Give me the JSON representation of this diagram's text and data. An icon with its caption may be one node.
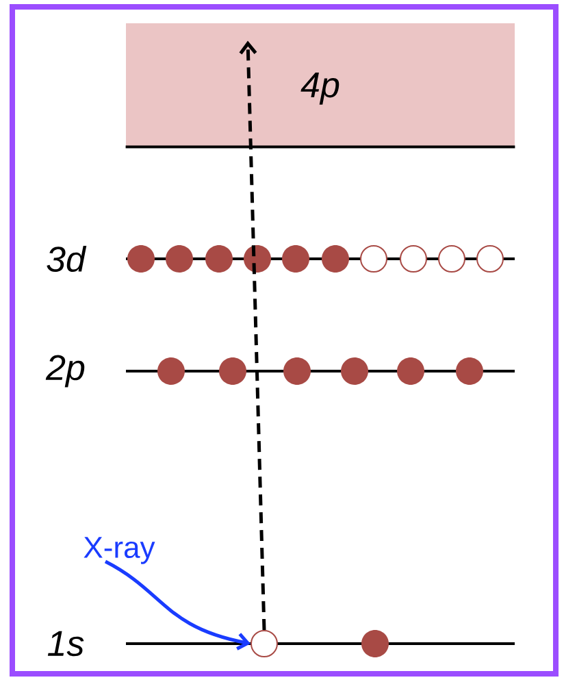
{
  "diagram": {
    "nodes": [
      {
        "text": [
          "4p"
        ]
      },
      {
        "text": [
          "X-ray"
        ]
      },
      {
        "text": [],
        "shape": "circle"
      }
    ],
    "edges": [
      {
        "from": 2,
        "to": 0,
        "arrow": "to",
        "style": "dashed"
      },
      {
        "from": 1,
        "to": 2,
        "arrow": "to",
        "color": "#1a3cff"
      }
    ],
    "labels": [
      "3d",
      "2p",
      "1s"
    ]
  }
}
